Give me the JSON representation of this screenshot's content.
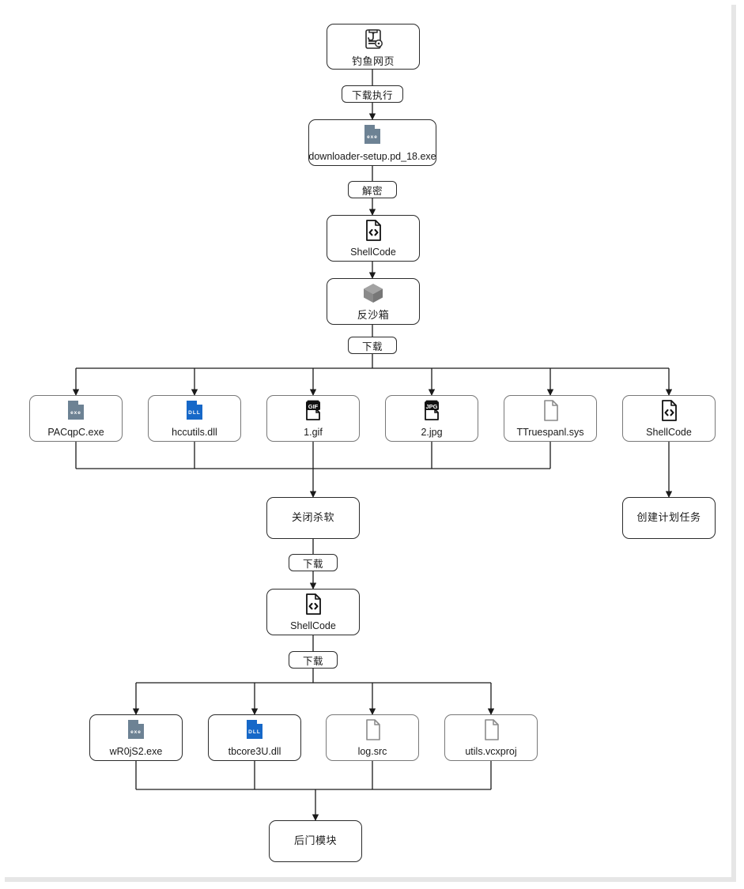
{
  "diagram": {
    "title": "Malware infection chain flowchart",
    "colors": {
      "node_border": "#2b2b2b",
      "node_border_gray": "#787878",
      "edge": "#1a1a1a",
      "exe_icon": "#6d8294",
      "dll_icon": "#1668c8",
      "image_icon": "#111111",
      "cube_icon": "#8c8c8c",
      "canvas": "#ffffff",
      "page_shadow": "#e6e6e6"
    },
    "nodes": [
      {
        "id": "phishing",
        "label": "钓鱼网页",
        "icon": "phishing-page-icon"
      },
      {
        "id": "downloader",
        "label": "downloader-setup.pd_18.exe",
        "icon": "exe-file-icon"
      },
      {
        "id": "shellcode1",
        "label": "ShellCode",
        "icon": "code-file-icon"
      },
      {
        "id": "antisandbox",
        "label": "反沙箱",
        "icon": "cube-icon"
      },
      {
        "id": "pacqpc",
        "label": "PACqpC.exe",
        "icon": "exe-file-icon"
      },
      {
        "id": "hccutils",
        "label": "hccutils.dll",
        "icon": "dll-file-icon"
      },
      {
        "id": "gif1",
        "label": "1.gif",
        "icon": "gif-file-icon"
      },
      {
        "id": "jpg2",
        "label": "2.jpg",
        "icon": "jpg-file-icon"
      },
      {
        "id": "ttruespanl",
        "label": "TTruespanl.sys",
        "icon": "blank-file-icon"
      },
      {
        "id": "shellcode2",
        "label": "ShellCode",
        "icon": "code-file-icon"
      },
      {
        "id": "killav",
        "label": "关闭杀软",
        "icon": "none"
      },
      {
        "id": "schedtask",
        "label": "创建计划任务",
        "icon": "none"
      },
      {
        "id": "shellcode3",
        "label": "ShellCode",
        "icon": "code-file-icon"
      },
      {
        "id": "wr0js2",
        "label": "wR0jS2.exe",
        "icon": "exe-file-icon"
      },
      {
        "id": "tbcore3u",
        "label": "tbcore3U.dll",
        "icon": "dll-file-icon"
      },
      {
        "id": "logsrc",
        "label": "log.src",
        "icon": "blank-file-icon"
      },
      {
        "id": "utilsvcx",
        "label": "utils.vcxproj",
        "icon": "blank-file-icon"
      },
      {
        "id": "backdoor",
        "label": "后门模块",
        "icon": "none"
      }
    ],
    "edge_labels": [
      {
        "id": "e1",
        "label": "下载执行"
      },
      {
        "id": "e2",
        "label": "解密"
      },
      {
        "id": "e3",
        "label": "下载"
      },
      {
        "id": "e4",
        "label": "下载"
      },
      {
        "id": "e5",
        "label": "下载"
      }
    ]
  }
}
